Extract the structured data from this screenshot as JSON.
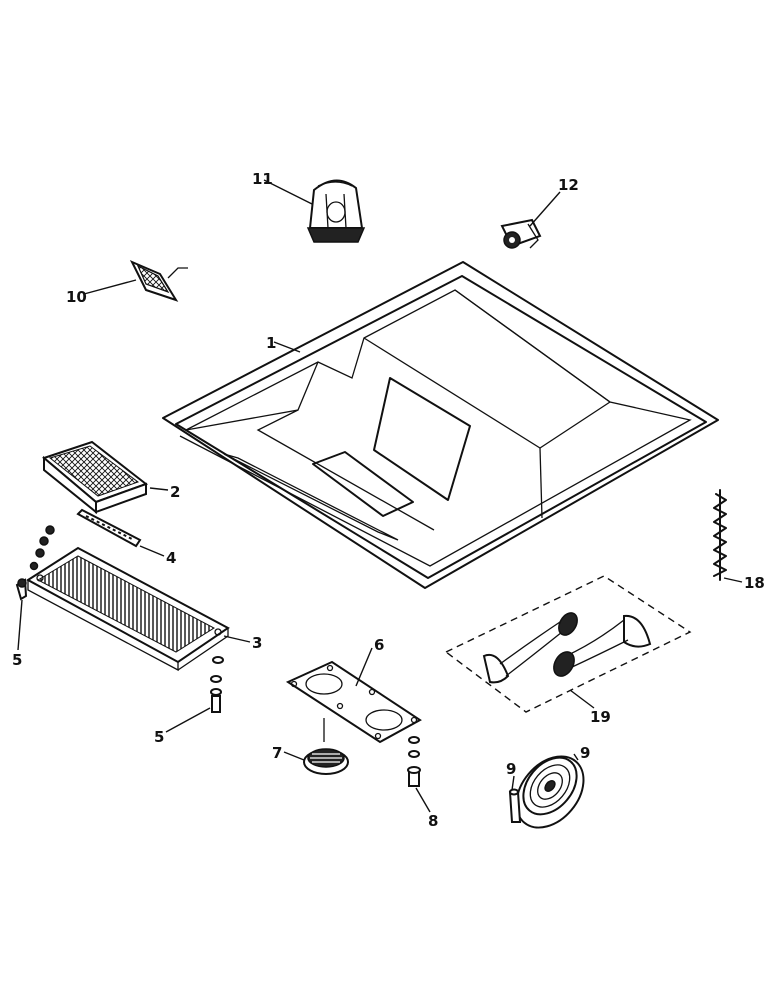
{
  "callouts": [
    {
      "id": "c1",
      "text": "1"
    },
    {
      "id": "c2",
      "text": "2"
    },
    {
      "id": "c3",
      "text": "3"
    },
    {
      "id": "c4",
      "text": "4"
    },
    {
      "id": "c5a",
      "text": "5"
    },
    {
      "id": "c5b",
      "text": "5"
    },
    {
      "id": "c6",
      "text": "6"
    },
    {
      "id": "c7",
      "text": "7"
    },
    {
      "id": "c8",
      "text": "8"
    },
    {
      "id": "c9a",
      "text": "9"
    },
    {
      "id": "c9b",
      "text": "9"
    },
    {
      "id": "c10",
      "text": "10"
    },
    {
      "id": "c11",
      "text": "11"
    },
    {
      "id": "c12",
      "text": "12"
    },
    {
      "id": "c18",
      "text": "18"
    },
    {
      "id": "c19",
      "text": "19"
    }
  ]
}
